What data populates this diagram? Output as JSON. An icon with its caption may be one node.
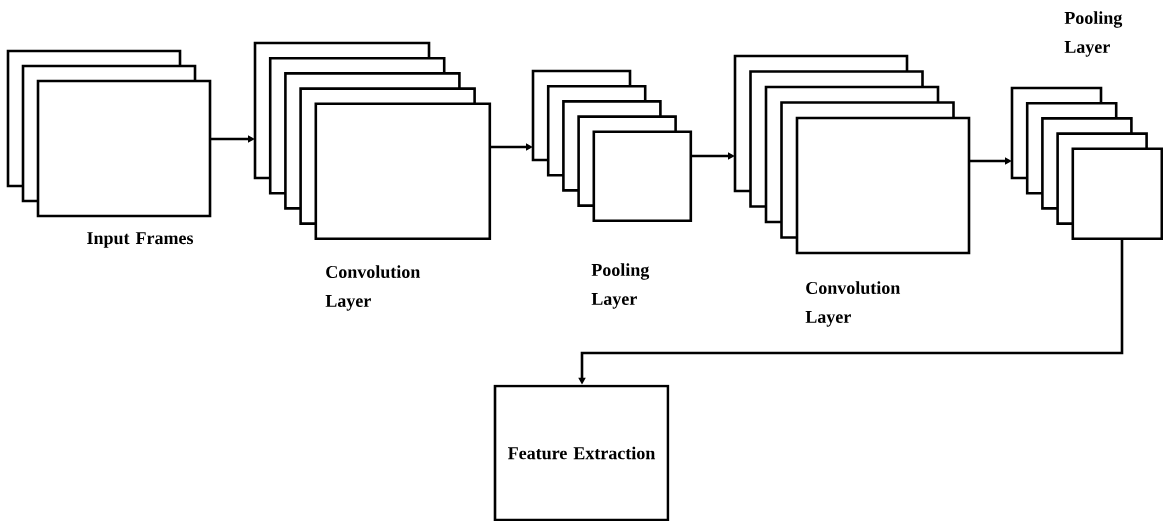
{
  "diagram": {
    "nodes": [
      {
        "text": [
          "Input Frames"
        ]
      },
      {
        "text": [
          "Convolution Layer"
        ]
      },
      {
        "text": [
          "Pooling Layer"
        ]
      },
      {
        "text": [
          "Convolution Layer"
        ]
      },
      {
        "text": [
          "Pooling Layer"
        ]
      },
      {
        "text": [
          "Feature Extraction"
        ]
      }
    ],
    "edges": [
      {
        "from": 0,
        "to": 1,
        "arrow": "to"
      },
      {
        "from": 1,
        "to": 2,
        "arrow": "to"
      },
      {
        "from": 2,
        "to": 3,
        "arrow": "to"
      },
      {
        "from": 3,
        "to": 4,
        "arrow": "to"
      },
      {
        "from": 4,
        "to": 5,
        "arrow": "to"
      }
    ]
  }
}
